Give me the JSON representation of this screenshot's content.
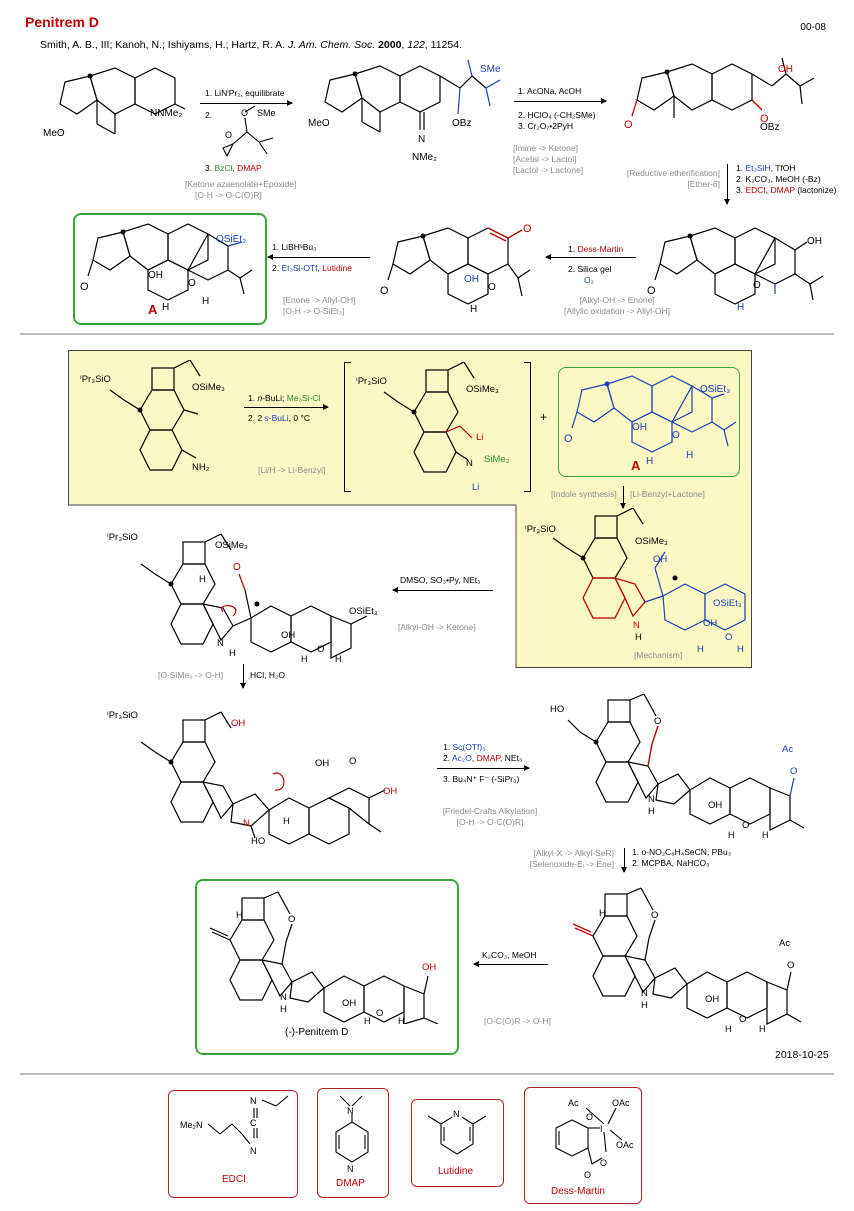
{
  "header": {
    "title": "Penitrem D",
    "code": "00-08",
    "authors": "Smith, A. B., III; Kanoh, N.; Ishiyams, H.; Hartz, R. A. ",
    "journal": "J. Am. Chem. Soc.",
    "year": "2000",
    "volume": "122",
    "pages": ", 11254."
  },
  "step1": {
    "conditions": [
      "1. LiNⁱPr₂, equilibrate",
      "2.",
      "3. BzCl,  DMAP"
    ],
    "notes": [
      "[Ketone azaenolate+Epoxide]",
      "[O-H -> O-C(O)R]"
    ],
    "sm_labels": [
      "MeO",
      "NNMe₂"
    ],
    "epoxide_label": "SMe",
    "prod_labels": [
      "MeO",
      "N",
      "NMe₂",
      "OBz",
      "SMe"
    ]
  },
  "step2": {
    "conditions": [
      "1. AcONa, AcOH",
      "2. HClO₄ (-CH₂SMe)",
      "3. Cr₂O₇•2PyH"
    ],
    "notes": [
      "[Imine -> Ketone]",
      "[Acetal -> Lactol]",
      "[Lactol -> Lactone]"
    ],
    "prod_labels": [
      "OH",
      "OBz"
    ]
  },
  "step3": {
    "conditions": [
      "1. Et₃SiH, TfOH",
      "2. K₂CO₃, MeOH (-Bz)",
      "3. EDCI, DMAP (lactonize)"
    ],
    "notes": [
      "[Reductive etherification]",
      "[Ether-6]"
    ],
    "prod_labels": [
      "OH",
      "O",
      "H"
    ]
  },
  "step4": {
    "conditions": [
      "1. Dess-Martin",
      "2. Silica gel",
      "O₂"
    ],
    "notes": [
      "[Alkyl-OH -> Enone]",
      "[Allylic oxidation -> Allyl-OH]"
    ],
    "prod_labels": [
      "OH",
      "O",
      "H"
    ]
  },
  "step5": {
    "conditions": [
      "1. LiBHˢBu₃",
      "2. Et₃Si-OTf,   Lutidine"
    ],
    "notes": [
      "[Enone -> Allyl-OH]",
      "[O-H -> O-SiEt₃]"
    ],
    "prod_labels": [
      "OSiEt₃",
      "OH",
      "H",
      "H",
      "O"
    ],
    "label": "A"
  },
  "stage2": {
    "sm_labels": [
      "ⁱPr₃SiO",
      "OSiMe₃",
      "NH₂"
    ],
    "conditions": [
      "1. n-BuLi;  Me₃Si-Cl",
      "2. 2  s-BuLi, 0 °C"
    ],
    "notes": [
      "[Li/H -> Li-Benzyl]"
    ],
    "int_labels": [
      "ⁱPr₃SiO",
      "OSiMe₃",
      "Li",
      "N",
      "SiMe₃",
      "Li"
    ],
    "plus": "+",
    "A_labels": [
      "OSiEt₃",
      "OH",
      "H",
      "H",
      "O"
    ],
    "A_label": "A",
    "notes2": [
      "[Indole synthesis]",
      "[Li-Benzyl+Lactone]"
    ],
    "prod_labels": [
      "ⁱPr₃SiO",
      "OSiMe₃",
      "OH",
      "N",
      "H",
      "OSiEt₃",
      "OH",
      "O",
      "H",
      "H"
    ],
    "mechanism": "[Mechanism]"
  },
  "step7": {
    "conditions": [
      "DMSO, SO₃•Py, NEt₃"
    ],
    "notes": [
      "[Alkyl-OH -> Ketone]"
    ],
    "prod_labels": [
      "ⁱPr₃SiO",
      "OSiMe₃",
      "H",
      "O",
      "N",
      "H",
      "OSiEt₃",
      "OH",
      "O",
      "H",
      "H"
    ]
  },
  "step8": {
    "conditions": [
      "HCl, H₂O"
    ],
    "notes": [
      "[O-SiMe₃ -> O-H]"
    ],
    "prod_labels": [
      "ⁱPr₃SiO",
      "OH",
      "N",
      "HO",
      "H",
      "OH",
      "O",
      "OH"
    ]
  },
  "step9": {
    "conditions": [
      "1. Sc(OTf)₃",
      "2. Ac₂O,  DMAP,  NEt₃",
      "3. Bu₄N⁺ F⁻ (-SiPr₃)"
    ],
    "notes": [
      "[Friedel-Crafts Alkylation]",
      "[O-H -> O-C(O)R]"
    ],
    "prod_labels": [
      "HO",
      "O",
      "Ac",
      "O",
      "N",
      "H",
      "OH",
      "O",
      "H",
      "H"
    ]
  },
  "step10": {
    "conditions": [
      "1. o-NO₂C₆H₄SeCN,   PBu₃",
      "2. MCPBA, NaHCO₃"
    ],
    "notes": [
      "[Alkyl-X -> Alkyl-SeR]",
      "[Selenoxide-Eᵢ -> Ene]"
    ],
    "prod_labels": [
      "H",
      "O",
      "Ac",
      "O",
      "N",
      "H",
      "OH",
      "O",
      "H",
      "H"
    ]
  },
  "step11": {
    "conditions": [
      "K₂CO₃, MeOH"
    ],
    "notes": [
      "[O-C(O)R -> O-H]"
    ],
    "prod_labels": [
      "H",
      "O",
      "OH",
      "N",
      "H",
      "OH",
      "O",
      "H",
      "H"
    ],
    "name": "(-)-Penitrem D"
  },
  "date": "2018-10-25",
  "reagents": [
    {
      "name": "EDCI",
      "labels": [
        "Me₂N",
        "N",
        "C",
        "N"
      ]
    },
    {
      "name": "DMAP",
      "labels": [
        "N"
      ]
    },
    {
      "name": "Lutidine",
      "labels": [
        "N"
      ]
    },
    {
      "name": "Dess-Martin",
      "labels": [
        "Ac",
        "OAc",
        "O",
        "I",
        "OAc",
        "O"
      ]
    }
  ],
  "colors": {
    "red": "#c00000",
    "blue": "#1a3fb5",
    "green": "#2a8a2a",
    "box_green": "#3aa43a",
    "yellow_bg": "#fbf8c4"
  }
}
